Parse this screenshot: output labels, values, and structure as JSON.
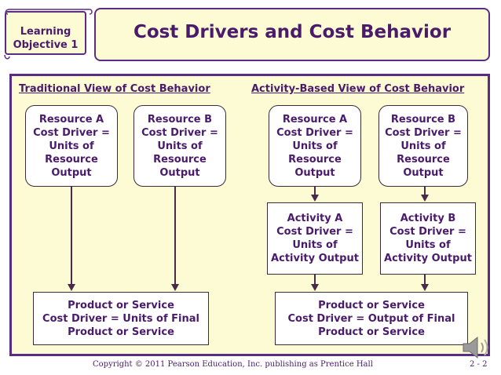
{
  "learning_objective": {
    "line1": "Learning",
    "line2": "Objective 1"
  },
  "title": "Cost Drivers and Cost Behavior",
  "traditional": {
    "heading": "Traditional View of Cost Behavior",
    "resource_a": [
      "Resource A",
      "Cost Driver =",
      "Units of",
      "Resource",
      "Output"
    ],
    "resource_b": [
      "Resource B",
      "Cost Driver =",
      "Units of",
      "Resource",
      "Output"
    ],
    "product": [
      "Product or Service",
      "Cost Driver = Units of Final",
      "Product or Service"
    ]
  },
  "activity_based": {
    "heading": "Activity-Based View of Cost Behavior",
    "resource_a": [
      "Resource A",
      "Cost Driver =",
      "Units of",
      "Resource",
      "Output"
    ],
    "resource_b": [
      "Resource B",
      "Cost Driver =",
      "Units of",
      "Resource",
      "Output"
    ],
    "activity_a": [
      "Activity A",
      "Cost Driver =",
      "Units of",
      "Activity Output"
    ],
    "activity_b": [
      "Activity B",
      "Cost Driver =",
      "Units of",
      "Activity Output"
    ],
    "product": [
      "Product or Service",
      "Cost Driver = Output of Final",
      "Product or Service"
    ]
  },
  "footer": "Copyright © 2011 Pearson Education, Inc. publishing as Prentice Hall",
  "page_number": "2 - 2",
  "icons": [
    "scroll-icon",
    "speaker-icon"
  ]
}
